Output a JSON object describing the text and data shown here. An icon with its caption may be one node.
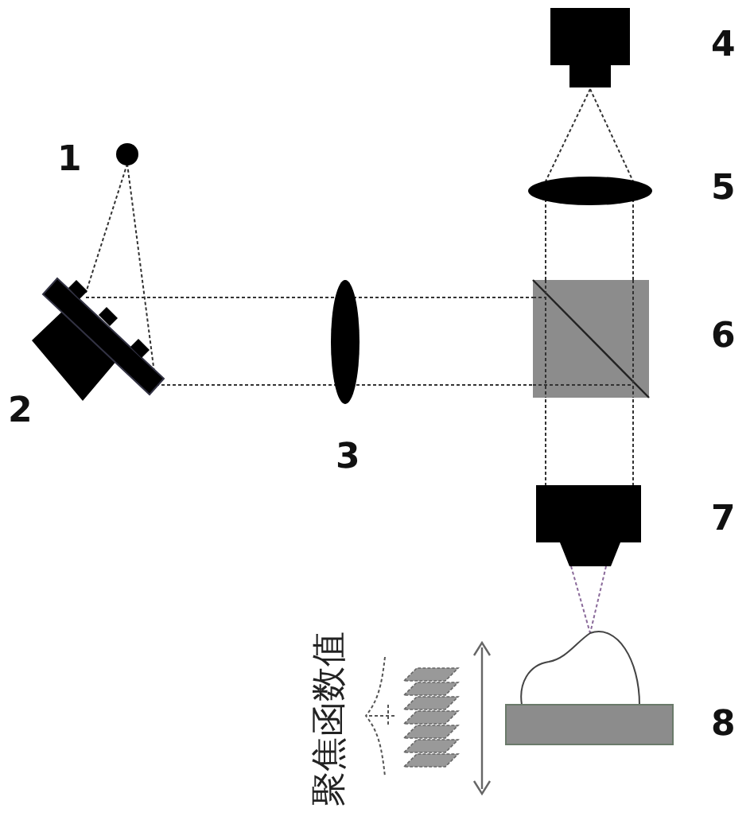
{
  "diagram": {
    "labels": [
      "4",
      "1",
      "5",
      "6",
      "2",
      "3",
      "7",
      "聚焦函数值",
      "8"
    ]
  }
}
